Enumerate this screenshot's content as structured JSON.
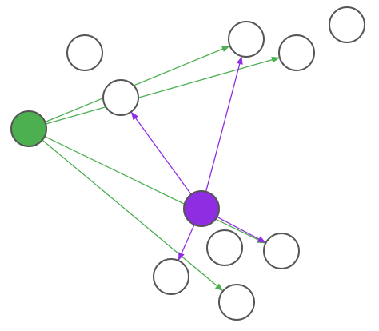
{
  "diagram": {
    "type": "directed-graph",
    "nodes": [
      {
        "id": "n-top-left"
      },
      {
        "id": "n-top-mid"
      },
      {
        "id": "n-top-right"
      },
      {
        "id": "n-right-upper"
      },
      {
        "id": "n-center-left"
      },
      {
        "id": "n-green",
        "fill": "#4caf50"
      },
      {
        "id": "n-purple",
        "fill": "#8e2de2"
      },
      {
        "id": "n-mid-bottom"
      },
      {
        "id": "n-right-lower"
      },
      {
        "id": "n-bottom-left"
      },
      {
        "id": "n-bottom-mid"
      }
    ],
    "edges": [
      {
        "from": "n-green",
        "to": "n-top-mid",
        "color": "#4caf50"
      },
      {
        "from": "n-green",
        "to": "n-right-upper",
        "color": "#4caf50"
      },
      {
        "from": "n-green",
        "to": "n-right-lower",
        "color": "#4caf50"
      },
      {
        "from": "n-green",
        "to": "n-bottom-mid",
        "color": "#4caf50"
      },
      {
        "from": "n-purple",
        "to": "n-top-mid",
        "color": "#8e2de2"
      },
      {
        "from": "n-purple",
        "to": "n-center-left",
        "color": "#8e2de2"
      },
      {
        "from": "n-purple",
        "to": "n-right-lower",
        "color": "#8e2de2"
      },
      {
        "from": "n-purple",
        "to": "n-bottom-left",
        "color": "#8e2de2"
      }
    ],
    "colors": {
      "node_stroke": "#555555",
      "node_fill": "#ffffff",
      "green_edge": "#4caf50",
      "purple_edge": "#8e2de2"
    }
  }
}
